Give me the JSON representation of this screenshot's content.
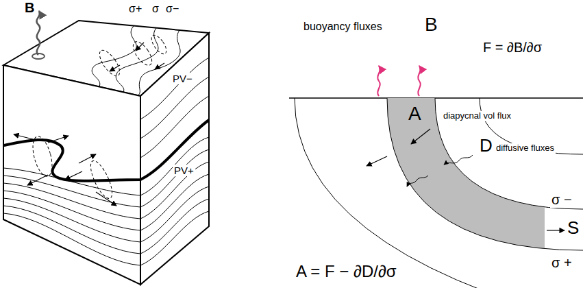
{
  "diagram": {
    "labels": [
      "B",
      "σ+",
      "σ",
      "σ−",
      "PV−",
      "PV+",
      "buoyancy fluxes",
      "B",
      "F = ∂B/∂σ",
      "A",
      "diapycnal vol flux",
      "D",
      "diffusive fluxes",
      "σ −",
      "σ +",
      "S",
      "A = F − ∂D/∂σ"
    ]
  }
}
